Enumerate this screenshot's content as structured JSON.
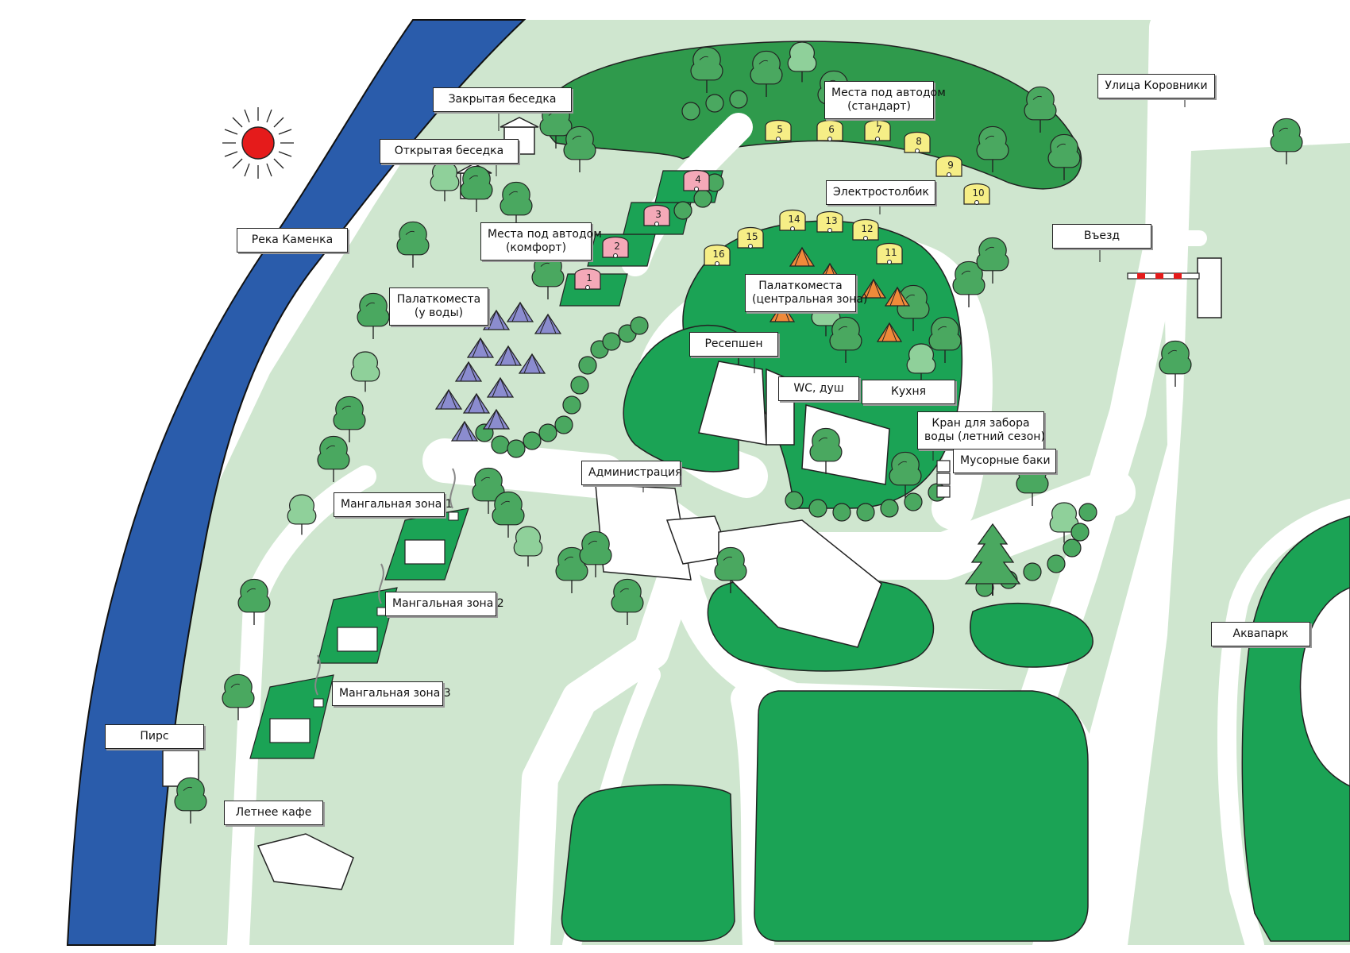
{
  "colors": {
    "background": "#ffffff",
    "grass_light": "#cfe6cf",
    "grass_dark": "#1ba355",
    "forest_mid": "#2f9a4c",
    "river": "#2a5cab",
    "road": "#ffffff",
    "tree_fill": "#4aa860",
    "tree_light": "#8fd09a",
    "slot_comfort": "#f4a9b8",
    "slot_standard": "#f6ee86",
    "tent_blue": "#8b8ccf",
    "tent_orange": "#f08a3a",
    "sun": "#e51b1b",
    "outline": "#222222"
  },
  "icons": {
    "sun": "sun-icon",
    "tent": "tent-icon",
    "tree": "tree-icon",
    "building": "building-icon",
    "barrier": "barrier-icon",
    "grill": "grill-icon"
  },
  "labels": {
    "closed_gazebo": "Закрытая беседка",
    "open_gazebo": "Открытая беседка",
    "river": "Река Каменка",
    "rv_comfort": [
      "Места под автодом",
      "(комфорт)"
    ],
    "rv_standard": [
      "Места под автодом",
      "(стандарт)"
    ],
    "street": "Улица Коровники",
    "power_post": "Электростолбик",
    "entrance": "Въезд",
    "tents_water": [
      "Палаткоместа",
      "(у воды)"
    ],
    "tents_central": [
      "Палаткоместа",
      "(центральная зона)"
    ],
    "reception": "Ресепшен",
    "wc": "WC, душ",
    "kitchen": "Кухня",
    "water_tap": [
      "Кран для забора",
      "воды (летний сезон)"
    ],
    "trash": "Мусорные баки",
    "administration": "Администрация",
    "bbq1": "Мангальная зона 1",
    "bbq2": "Мангальная зона 2",
    "bbq3": "Мангальная зона 3",
    "pier": "Пирс",
    "cafe": "Летнее кафе",
    "aquapark": "Аквапарк"
  },
  "comfort_slots": [
    "1",
    "2",
    "3",
    "4"
  ],
  "standard_slots": [
    "5",
    "6",
    "7",
    "8",
    "9",
    "10",
    "11",
    "12",
    "13",
    "14",
    "15",
    "16"
  ]
}
